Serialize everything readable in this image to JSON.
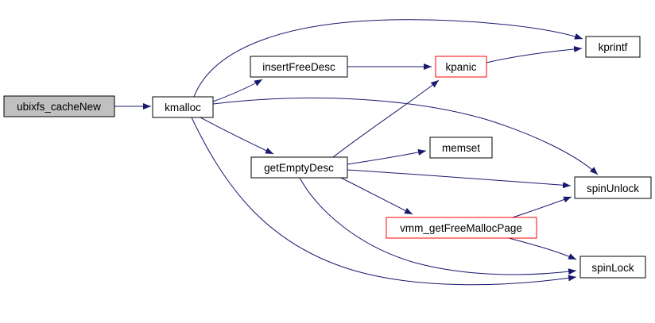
{
  "diagram": {
    "type": "call-graph",
    "background_color": "#ffffff",
    "edge_color": "#191970",
    "node_border_color": "#000000",
    "highlight_border_color": "#ff0000",
    "root_node_fill_color": "#c0c0c0",
    "node_fill_color": "#ffffff",
    "text_color": "#000000",
    "nodes": [
      {
        "id": "ubixfs_cacheNew",
        "label": "ubixfs_cacheNew",
        "style": "root"
      },
      {
        "id": "kmalloc",
        "label": "kmalloc",
        "style": "normal"
      },
      {
        "id": "insertFreeDesc",
        "label": "insertFreeDesc",
        "style": "normal"
      },
      {
        "id": "kpanic",
        "label": "kpanic",
        "style": "highlight"
      },
      {
        "id": "kprintf",
        "label": "kprintf",
        "style": "normal"
      },
      {
        "id": "getEmptyDesc",
        "label": "getEmptyDesc",
        "style": "normal"
      },
      {
        "id": "memset",
        "label": "memset",
        "style": "normal"
      },
      {
        "id": "spinUnlock",
        "label": "spinUnlock",
        "style": "normal"
      },
      {
        "id": "vmm_getFreeMallocPage",
        "label": "vmm_getFreeMallocPage",
        "style": "highlight"
      },
      {
        "id": "spinLock",
        "label": "spinLock",
        "style": "normal"
      }
    ],
    "edges": [
      {
        "from": "ubixfs_cacheNew",
        "to": "kmalloc"
      },
      {
        "from": "kmalloc",
        "to": "kprintf"
      },
      {
        "from": "kmalloc",
        "to": "insertFreeDesc"
      },
      {
        "from": "kmalloc",
        "to": "getEmptyDesc"
      },
      {
        "from": "kmalloc",
        "to": "spinUnlock"
      },
      {
        "from": "kmalloc",
        "to": "spinLock"
      },
      {
        "from": "insertFreeDesc",
        "to": "kpanic"
      },
      {
        "from": "kpanic",
        "to": "kprintf"
      },
      {
        "from": "getEmptyDesc",
        "to": "kpanic"
      },
      {
        "from": "getEmptyDesc",
        "to": "memset"
      },
      {
        "from": "getEmptyDesc",
        "to": "spinUnlock"
      },
      {
        "from": "getEmptyDesc",
        "to": "vmm_getFreeMallocPage"
      },
      {
        "from": "getEmptyDesc",
        "to": "spinLock"
      },
      {
        "from": "vmm_getFreeMallocPage",
        "to": "spinUnlock"
      },
      {
        "from": "vmm_getFreeMallocPage",
        "to": "spinLock"
      }
    ]
  }
}
